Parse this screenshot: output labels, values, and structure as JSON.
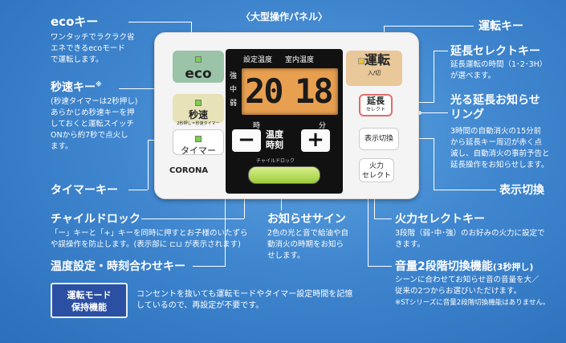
{
  "title": "〈大型操作パネル〉",
  "left": {
    "eco": {
      "title": "ecoキー",
      "desc": [
        "ワンタッチでラクラク省",
        "エネできるecoモード",
        "で運転します。"
      ]
    },
    "quick": {
      "title": "秒速キー",
      "mark": "※",
      "desc": [
        "(秒速タイマーは2秒押し)",
        "あらかじめ秒速キーを押",
        "しておくと運転スイッチ",
        "ONから約7秒で点火し",
        "ます。"
      ]
    },
    "timer": {
      "title": "タイマーキー"
    },
    "childlock": {
      "title": "チャイルドロック",
      "desc": [
        "「ー」キーと「+」キーを同時に押すとお子様のいたずら",
        "や誤操作を防止します。(表示部に ⊏⊔ が表示されます)"
      ]
    },
    "tempset": {
      "title": "温度設定・時刻合わせキー"
    }
  },
  "right": {
    "run": {
      "title": "運転キー"
    },
    "extend": {
      "title": "延長セレクトキー",
      "desc": [
        "延長運転の時間（1･2･3H）",
        "が選べます。"
      ]
    },
    "ring": {
      "title": [
        "光る延長お知らせ",
        "リング"
      ],
      "desc": [
        "3時間の自動消火の15分前",
        "から延長キー周辺が赤く点",
        "滅し、自動消火の事前予告と",
        "延長操作をお知らせします。"
      ]
    },
    "display": {
      "title": "表示切換"
    },
    "fire": {
      "title": "火力セレクトキー",
      "desc": [
        "3段階（弱･中･強）のお好みの火力に設定で",
        "きます。"
      ]
    },
    "volume": {
      "title": "音量2段階切換機能",
      "sub": "(3秒押し)",
      "desc": [
        "シーンに合わせてお知らせ音の音量を大／",
        "従来の2つからお選びいただけます。"
      ],
      "note": "※STシリーズに音量2段階切換機能はありません。"
    }
  },
  "center": {
    "sign": {
      "title": "お知らせサイン",
      "desc": [
        "2色の光と音で給油や自",
        "動消火の時期をお知ら",
        "せします。"
      ]
    }
  },
  "memory": {
    "label": [
      "運転モード",
      "保持機能"
    ],
    "desc": [
      "コンセントを抜いても運転モードやタイマー設定時間を記憶",
      "しているので、再設定が不要です。"
    ]
  },
  "panel": {
    "eco_btn": "eco",
    "quick_btn": "秒速",
    "quick_sub": "2秒押し＝秒速タイマー",
    "timer_btn": "タイマー",
    "brand": "CORONA",
    "lcd_labels": [
      "設定温度",
      "室内温度"
    ],
    "lcd_left": "20",
    "lcd_right": "18",
    "level": [
      "強",
      "中",
      "弱"
    ],
    "hour": "時",
    "minute": "分",
    "minus": "−",
    "plus": "+",
    "temp_time": [
      "温度",
      "時刻"
    ],
    "childlock_small": "チャイルドロック",
    "run_btn": "運転",
    "run_sub": "入/切",
    "extend_btn": "延長",
    "extend_sub": "セレクト",
    "display_btn": "表示切換",
    "fire_btn": [
      "火力",
      "セレクト"
    ]
  }
}
